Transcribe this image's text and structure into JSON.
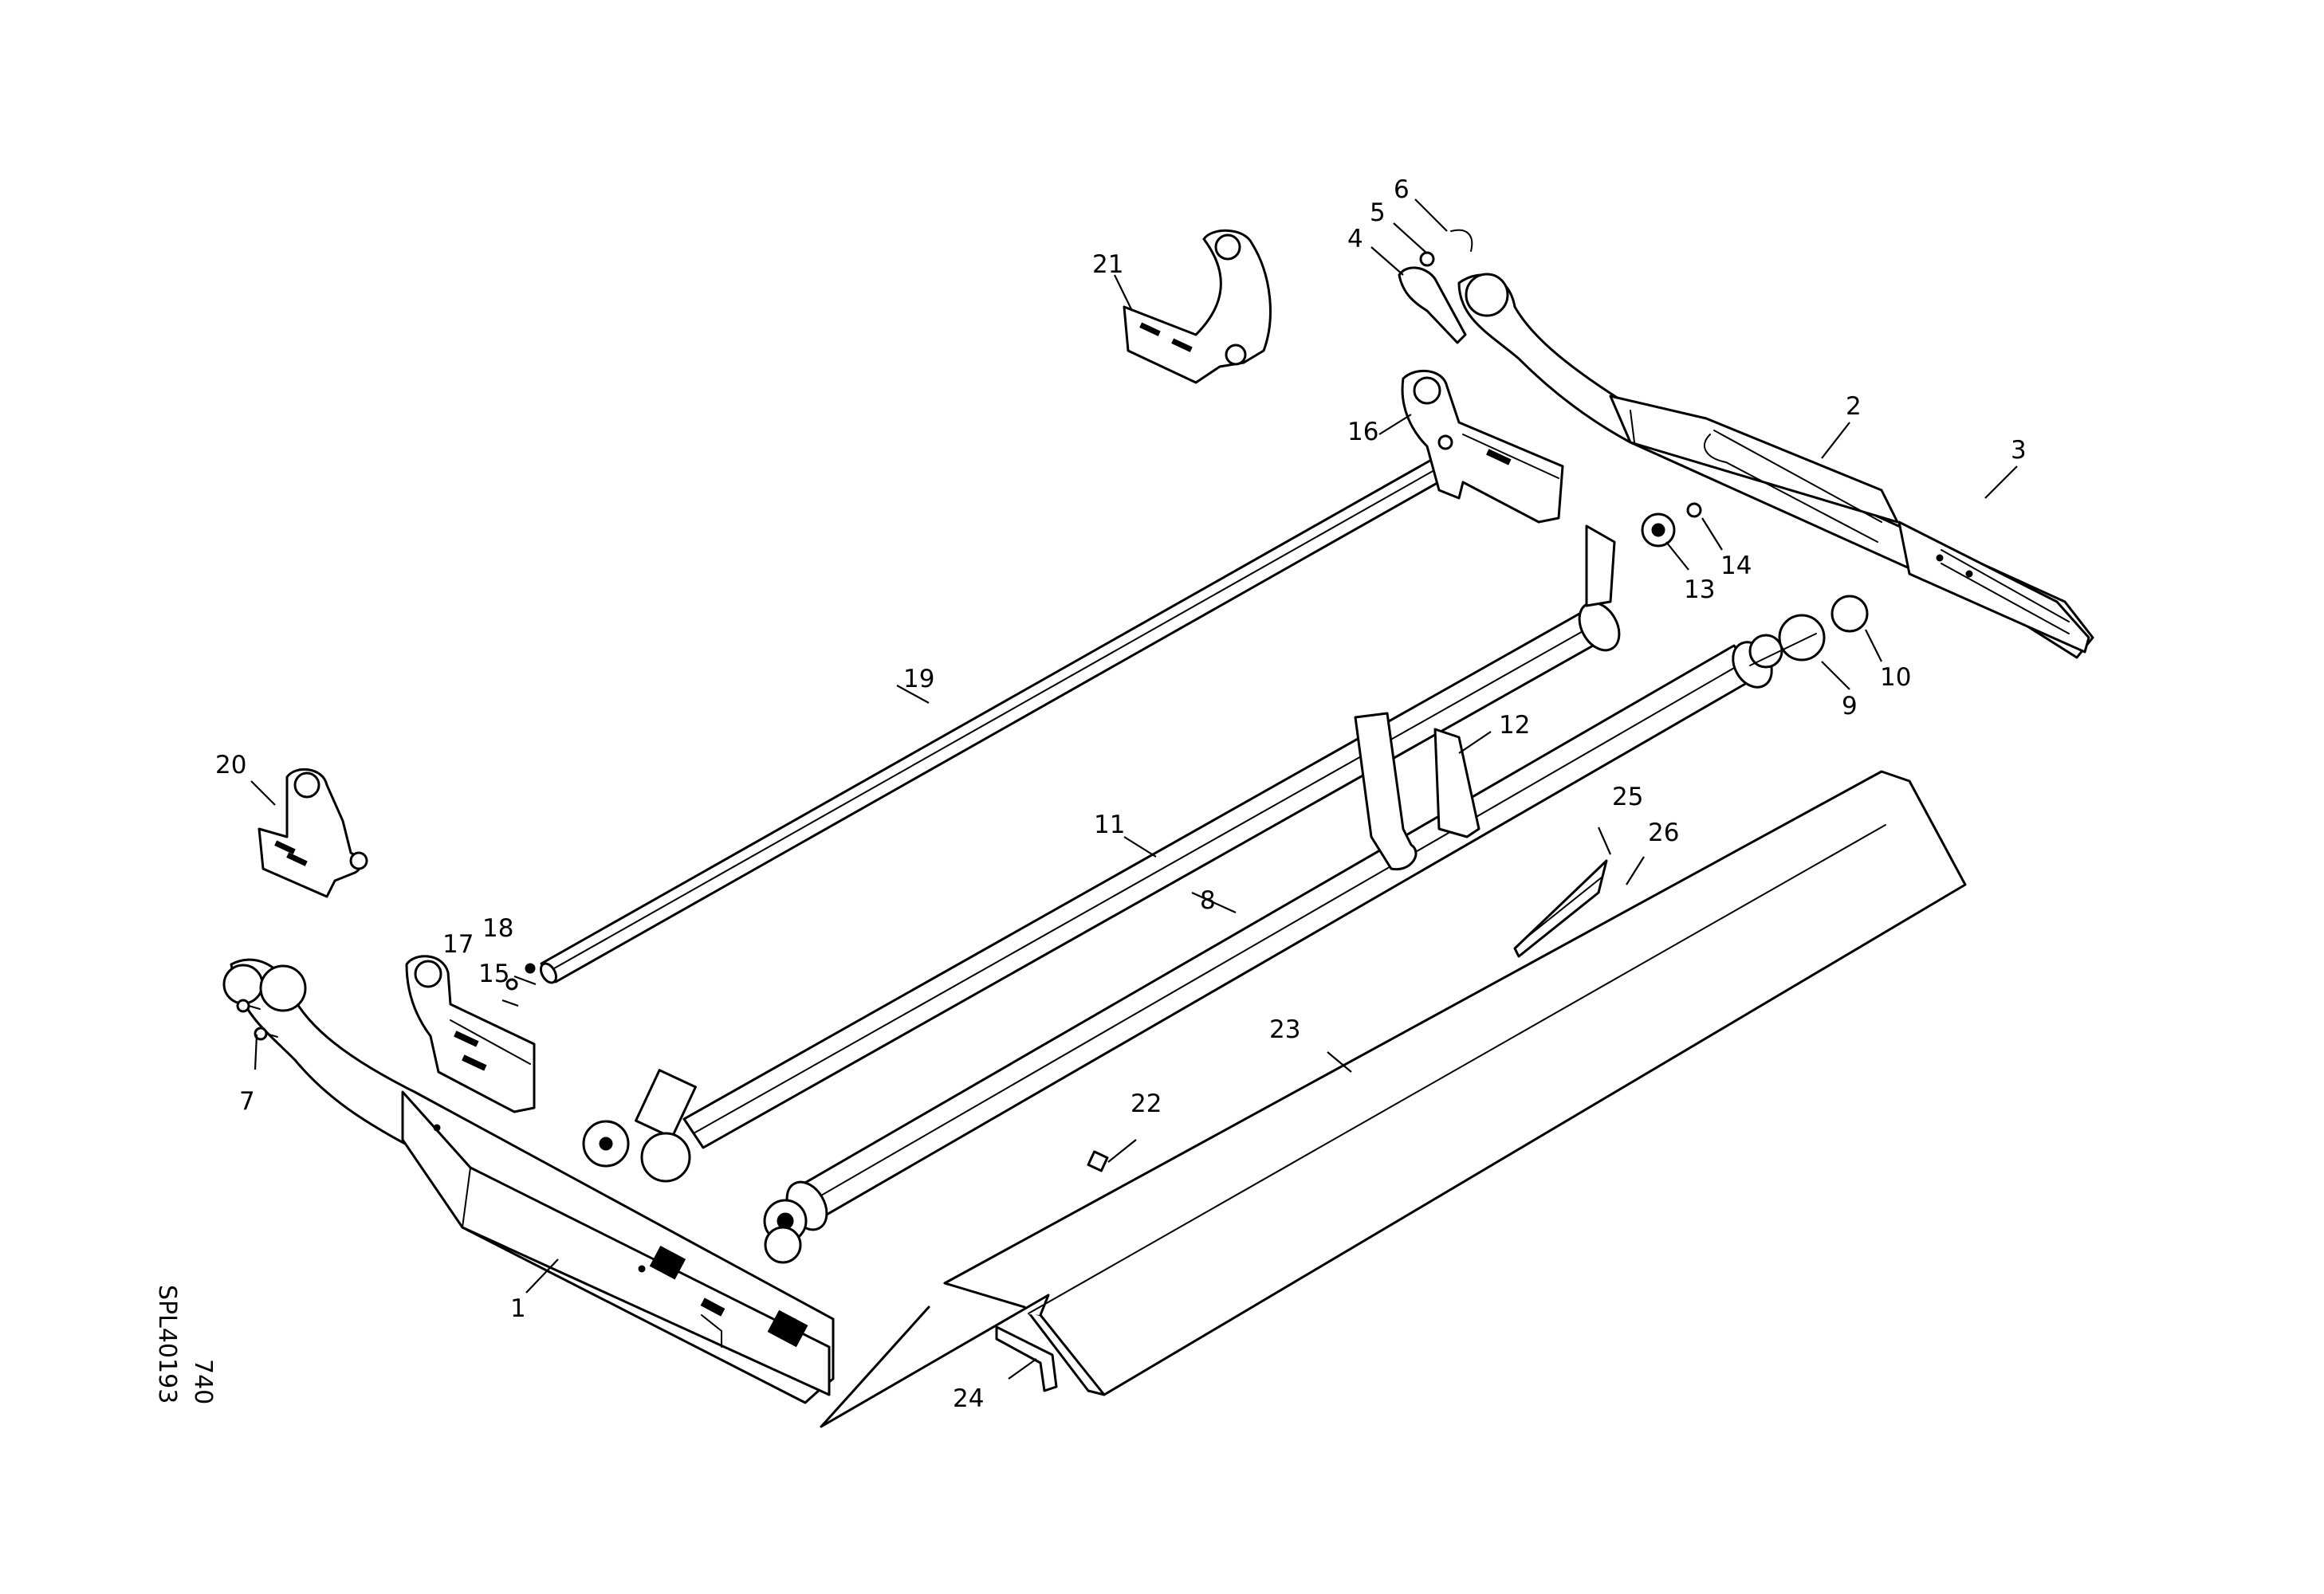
{
  "drawing": {
    "reference_code": "SPL40193",
    "reference_number": "740"
  },
  "callouts": [
    {
      "n": "1"
    },
    {
      "n": "2"
    },
    {
      "n": "3"
    },
    {
      "n": "4"
    },
    {
      "n": "5"
    },
    {
      "n": "6"
    },
    {
      "n": "7"
    },
    {
      "n": "8"
    },
    {
      "n": "9"
    },
    {
      "n": "10"
    },
    {
      "n": "11"
    },
    {
      "n": "12"
    },
    {
      "n": "13"
    },
    {
      "n": "14"
    },
    {
      "n": "15"
    },
    {
      "n": "16"
    },
    {
      "n": "17"
    },
    {
      "n": "18"
    },
    {
      "n": "19"
    },
    {
      "n": "20"
    },
    {
      "n": "21"
    },
    {
      "n": "22"
    },
    {
      "n": "23"
    },
    {
      "n": "24"
    },
    {
      "n": "25"
    },
    {
      "n": "26"
    }
  ],
  "colors": {
    "line": "#000000",
    "background": "#ffffff"
  }
}
